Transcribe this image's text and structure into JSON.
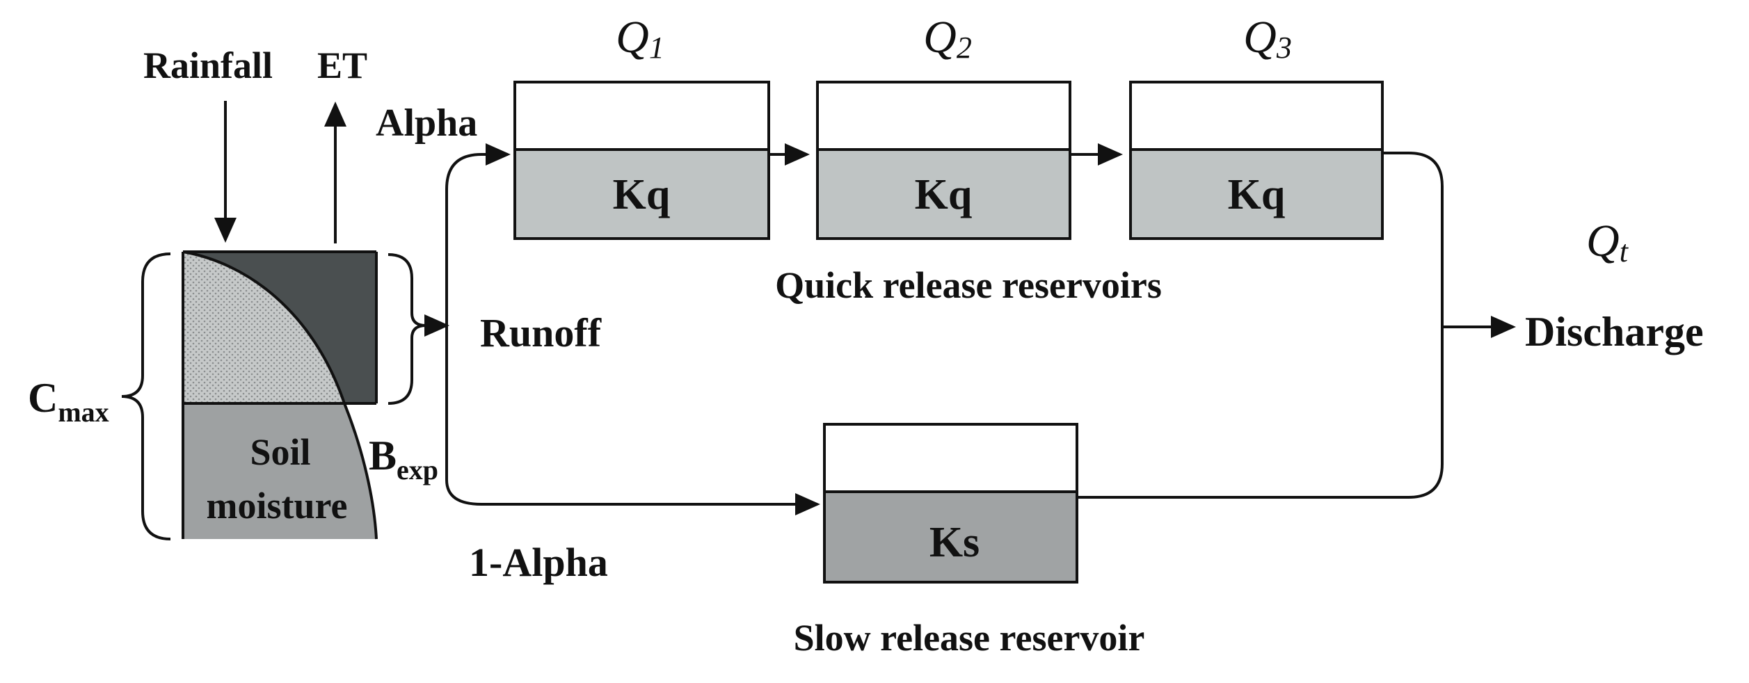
{
  "inputs": {
    "rainfall": "Rainfall",
    "et": "ET"
  },
  "soil": {
    "cmax_main": "C",
    "cmax_sub": "max",
    "label_line1": "Soil",
    "label_line2": "moisture",
    "bexp_main": "B",
    "bexp_sub": "exp"
  },
  "routing": {
    "alpha": "Alpha",
    "runoff": "Runoff",
    "one_minus_alpha": "1-Alpha"
  },
  "quick_reservoirs": {
    "caption": "Quick release reservoirs",
    "items": [
      {
        "flow_label": "Q",
        "flow_sub": "1",
        "constant": "Kq"
      },
      {
        "flow_label": "Q",
        "flow_sub": "2",
        "constant": "Kq"
      },
      {
        "flow_label": "Q",
        "flow_sub": "3",
        "constant": "Kq"
      }
    ]
  },
  "slow_reservoir": {
    "caption": "Slow release reservoir",
    "constant": "Ks"
  },
  "output": {
    "flow_label": "Q",
    "flow_sub": "t",
    "discharge": "Discharge"
  },
  "colors": {
    "soil_dark": "#4a4f50",
    "soil_light": "#c6c9c9",
    "soil_moisture": "#9ea1a2",
    "quick_store": "#bfc4c4",
    "slow_store": "#a0a3a4",
    "line": "#111111"
  }
}
